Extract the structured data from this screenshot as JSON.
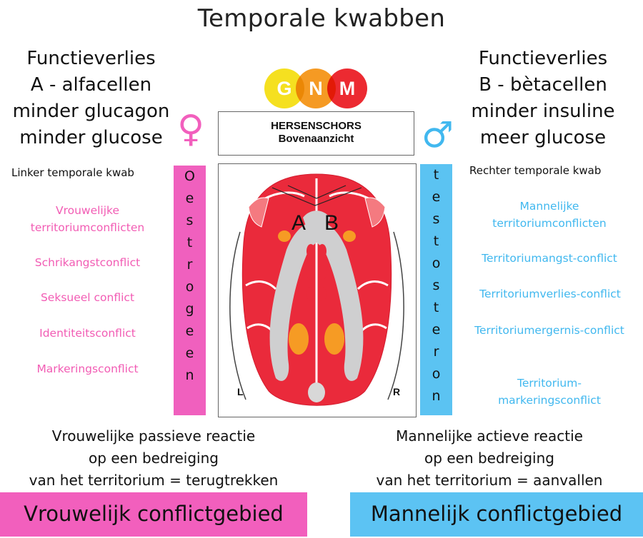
{
  "title": "Temporale kwabben",
  "logo": {
    "letters": [
      "G",
      "N",
      "M"
    ],
    "colors": [
      "#f5e020",
      "#f59a23",
      "#ec2a31"
    ]
  },
  "left": {
    "heading": [
      "Functieverlies",
      "A - alfacellen",
      "minder glucagon",
      "minder glucose"
    ],
    "symbol": "♀",
    "lobe_label": "Linker temporale kwab",
    "conflicts": [
      "Vrouwelijke territoriumconflicten",
      "Schrikangstconflict",
      "Seksueel conflict",
      "Identiteitsconflict",
      "Markeringsconflict"
    ],
    "vertical_word": "Oestrogeen",
    "reaction": [
      "Vrouwelijke passieve reactie",
      "op een bedreiging",
      "van het territorium = terugtrekken"
    ],
    "banner": "Vrouwelijk conflictgebied",
    "color": "#f25fbd"
  },
  "right": {
    "heading": [
      "Functieverlies",
      "B - bètacellen",
      "minder insuline",
      "meer glucose"
    ],
    "symbol": "♂",
    "lobe_label": "Rechter temporale kwab",
    "conflicts": [
      "Mannelijke territoriumconflicten",
      "Territoriumangst-conflict",
      "Territoriumverlies-conflict",
      "Territoriumergernis-conflict",
      "Territorium-markeringsconflict"
    ],
    "vertical_word": "testosteron",
    "reaction": [
      "Mannelijke actieve reactie",
      "op een bedreiging",
      "van het territorium = aanvallen"
    ],
    "banner": "Mannelijk conflictgebied",
    "color": "#5cc3f3"
  },
  "header_box": {
    "line1": "HERSENSCHORS",
    "line2": "Bovenaanzicht"
  },
  "brain": {
    "label_a": "A",
    "label_b": "B",
    "label_l": "L",
    "label_r": "R"
  }
}
